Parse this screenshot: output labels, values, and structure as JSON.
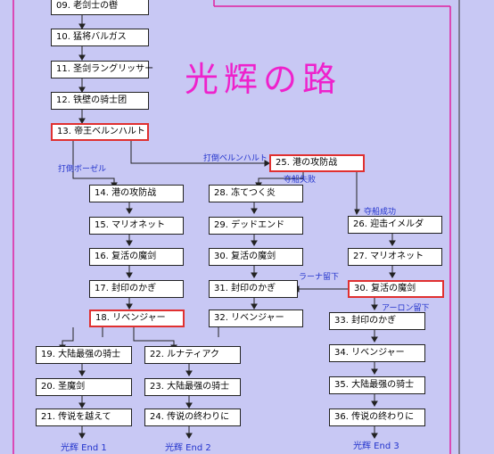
{
  "title": "光辉の路",
  "colors": {
    "background": "#c8c8f4",
    "frame": "#e020a0",
    "highlight": "#e03030",
    "label": "#2233cc",
    "title": "#ee22cc"
  },
  "nodes": {
    "n09": "09. 老剑士の辔",
    "n10": "10. 猛将バルガス",
    "n11": "11. 圣剑ラングリッサー",
    "n12": "12. 铁壁の骑士团",
    "n13": "13. 帝王ベルンハルト",
    "n14": "14. 港の攻防战",
    "n15": "15. マリオネット",
    "n16": "16. 复活の魔剑",
    "n17": "17. 封印のかぎ",
    "n18": "18. リベンジャー",
    "n19": "19. 大陆最强の骑士",
    "n20": "20. 圣魔剑",
    "n21": "21. 传说を越えて",
    "n22": "22. ルナティアク",
    "n23": "23. 大陆最强の骑士",
    "n24": "24. 传说の终わりに",
    "n25": "25. 港の攻防战",
    "n26": "26. 迎击イメルダ",
    "n27": "27. マリオネット",
    "n28": "28. 冻てつく炎",
    "n29": "29. デッドエンド",
    "n30a": "30. 复活の魔剑",
    "n30b": "30. 复活の魔剑",
    "n31": "31. 封印のかぎ",
    "n32": "32. リベンジャー",
    "n33": "33. 封印のかぎ",
    "n34": "34. リベンジャー",
    "n35": "35. 大陆最强の骑士",
    "n36": "36. 传说の终わりに"
  },
  "labels": {
    "defeat_bozel": "打倒ボーゼル",
    "defeat_bernhardt": "打倒ベルンハルト",
    "ship_fail": "夺船失败",
    "ship_success": "夺船成功",
    "lana_stay": "ラーナ留下",
    "aaron_stay": "アーロン留下"
  },
  "ends": {
    "end1": "光辉 End 1",
    "end2": "光辉 End 2",
    "end3": "光辉 End 3"
  }
}
